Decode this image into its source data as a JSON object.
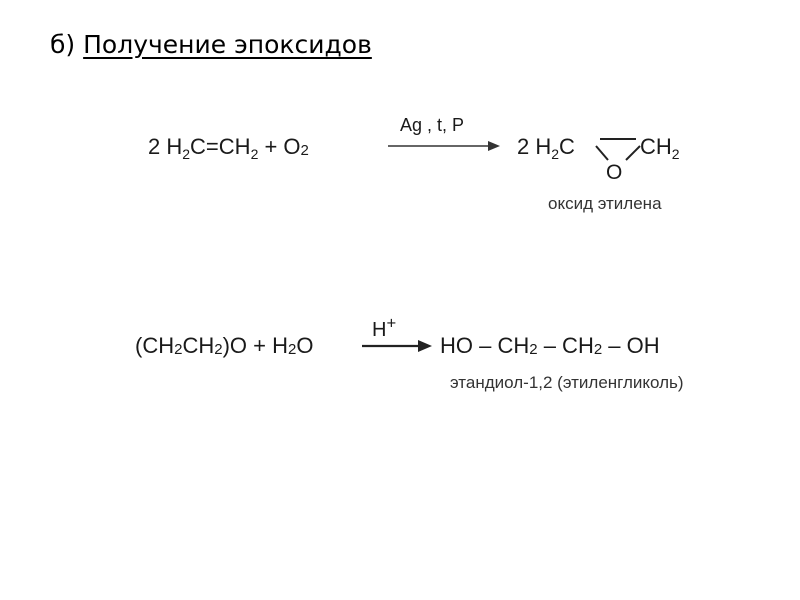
{
  "slide": {
    "title_prefix": "б)",
    "title": "Получение эпоксидов"
  },
  "reaction1": {
    "reactants": "2 H₂C=CH₂ + O₂",
    "conditions": "Ag , t, P",
    "product_left": "2 H",
    "product_o": "O",
    "product_right": "CH",
    "product_name": "оксид этилена"
  },
  "reaction2": {
    "reactants": "(CH₂CH₂)O + H₂O",
    "conditions": "H+",
    "product": "HO – CH₂ – CH₂ – OH",
    "product_name": "этандиол-1,2 (этиленгликоль)"
  }
}
